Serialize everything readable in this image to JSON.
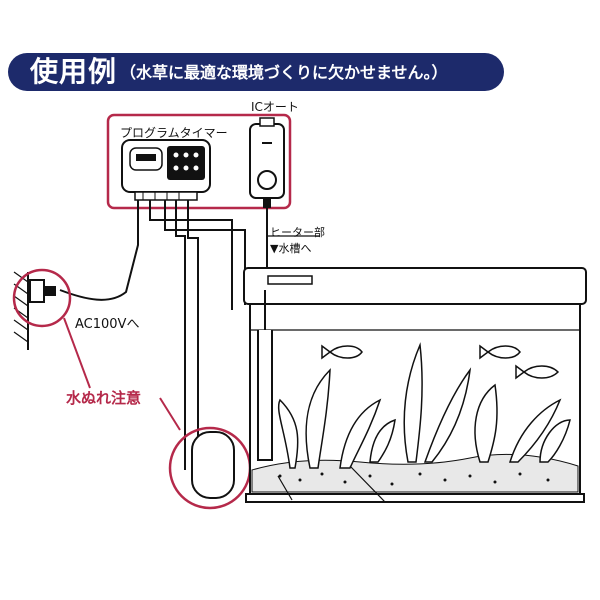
{
  "header": {
    "title": "使用例",
    "subtitle": "（水草に最適な環境づくりに欠かせません。）"
  },
  "labels": {
    "program_timer": "プログラムタイマー",
    "ic_auto": "ICオート",
    "heater_part": "ヒーター部",
    "to_tank": "▼水槽へ",
    "ac_power": "AC100Vへ",
    "water_warning": "水ぬれ注意"
  },
  "colors": {
    "banner": "#1d2a6b",
    "highlight": "#b5294a",
    "line": "#111111"
  }
}
